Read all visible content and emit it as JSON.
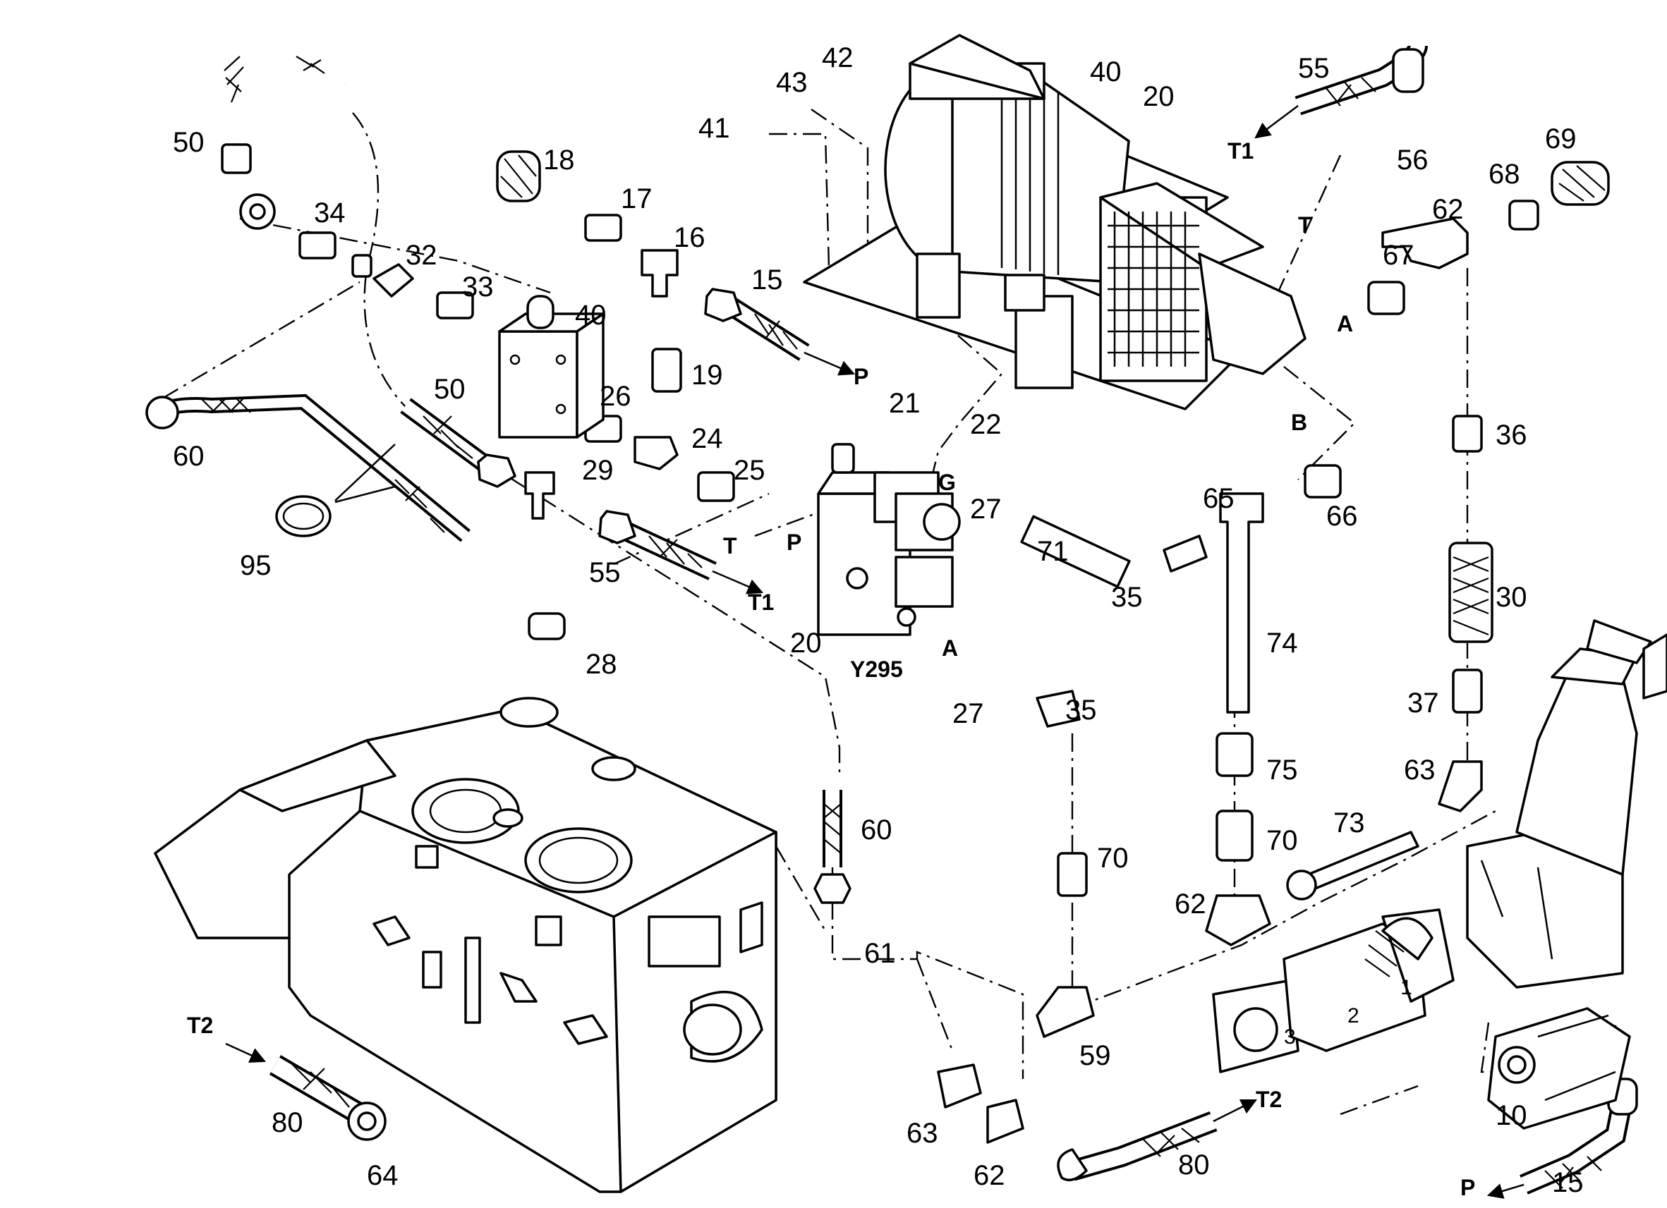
{
  "callouts": [
    "50",
    "34",
    "32",
    "33",
    "40",
    "18",
    "17",
    "16",
    "15",
    "41",
    "43",
    "42",
    "40",
    "20",
    "55",
    "56",
    "62",
    "68",
    "69",
    "67",
    "19",
    "24",
    "25",
    "26",
    "29",
    "55",
    "60",
    "95",
    "28",
    "50",
    "21",
    "22",
    "27",
    "71",
    "65",
    "66",
    "36",
    "35",
    "74",
    "30",
    "20",
    "27",
    "35",
    "37",
    "63",
    "60",
    "61",
    "70",
    "75",
    "70",
    "73",
    "62",
    "59",
    "63",
    "62",
    "80",
    "80",
    "64",
    "10",
    "15"
  ],
  "flow_labels": [
    "P",
    "T1",
    "T",
    "A",
    "B",
    "T",
    "P",
    "G",
    "T1",
    "A",
    "T2",
    "T2",
    "P"
  ],
  "designation": "Y295",
  "module_numbers": [
    "1",
    "2",
    "3"
  ]
}
